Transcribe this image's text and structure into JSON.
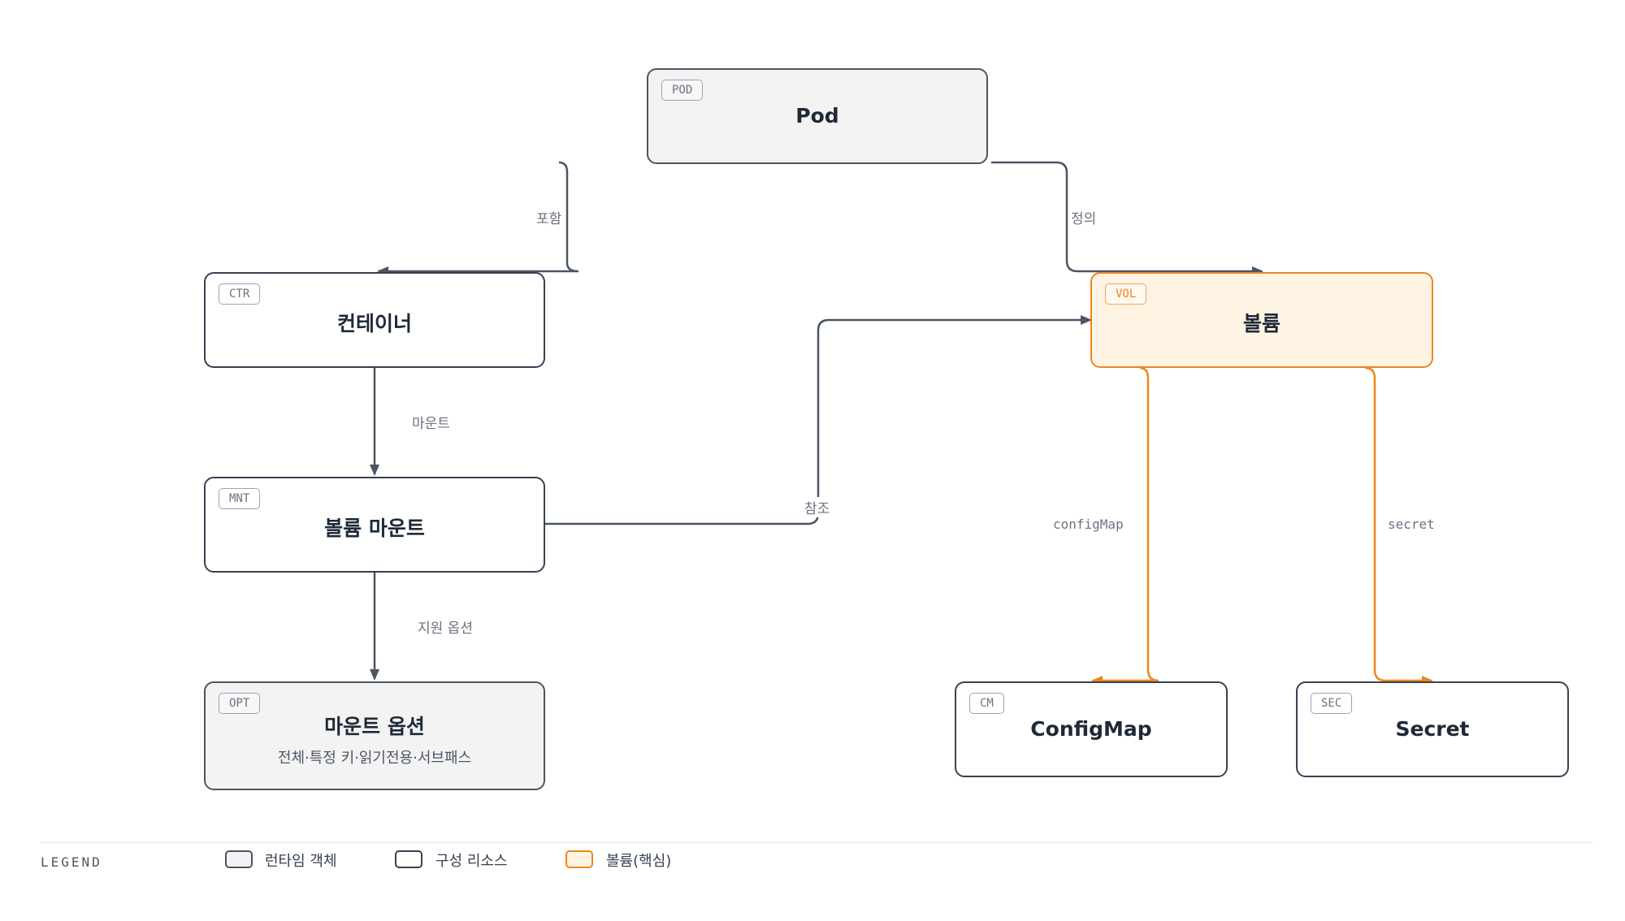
{
  "colors": {
    "edge_default": "#4b5563",
    "edge_core": "#f0841c",
    "core_fill": "#fff4e3",
    "runtime_fill": "#f3f3f4"
  },
  "nodes": {
    "pod": {
      "tag": "POD",
      "title": "Pod"
    },
    "container": {
      "tag": "CTR",
      "title": "컨테이너"
    },
    "volume": {
      "tag": "VOL",
      "title": "볼륨"
    },
    "mount": {
      "tag": "MNT",
      "title": "볼륨 마운트"
    },
    "options": {
      "tag": "OPT",
      "title": "마운트 옵션",
      "subtitle": "전체·특정 키·읽기전용·서브패스"
    },
    "configmap": {
      "tag": "CM",
      "title": "ConfigMap"
    },
    "secret": {
      "tag": "SEC",
      "title": "Secret"
    }
  },
  "edges": {
    "pod_container": "포함",
    "pod_volume": "정의",
    "container_mount": "마운트",
    "mount_volume": "참조",
    "mount_options": "지원 옵션",
    "volume_configmap": "configMap",
    "volume_secret": "secret"
  },
  "legend": {
    "title": "LEGEND",
    "runtime": "런타임 객체",
    "config": "구성 리소스",
    "core": "볼륨(핵심)"
  }
}
